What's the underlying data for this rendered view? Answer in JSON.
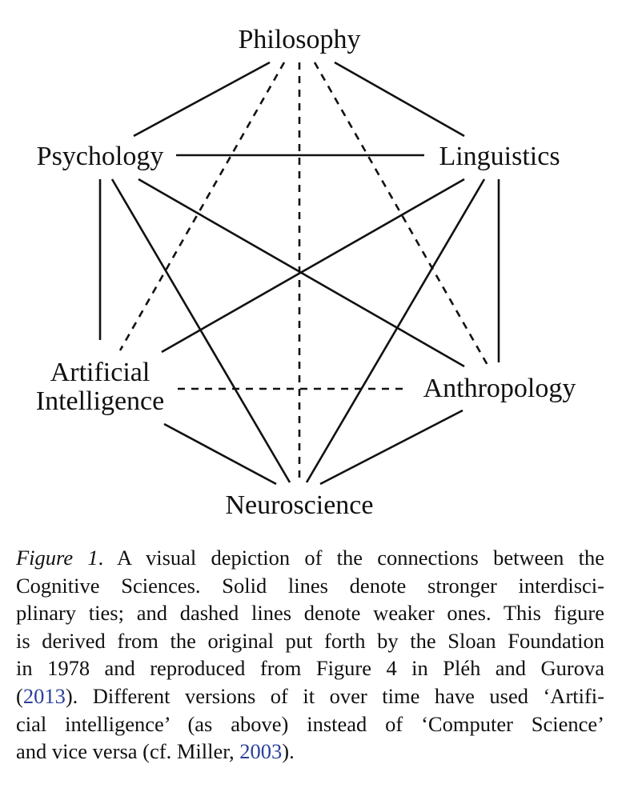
{
  "diagram": {
    "nodes": {
      "philosophy": "Philosophy",
      "psychology": "Psychology",
      "linguistics": "Linguistics",
      "ai_line1": "Artificial",
      "ai_line2": "Intelligence",
      "anthropology": "Anthropology",
      "neuroscience": "Neuroscience"
    },
    "edges": [
      {
        "from": "Philosophy",
        "to": "Psychology",
        "style": "solid"
      },
      {
        "from": "Philosophy",
        "to": "Linguistics",
        "style": "solid"
      },
      {
        "from": "Philosophy",
        "to": "Artificial Intelligence",
        "style": "dashed"
      },
      {
        "from": "Philosophy",
        "to": "Neuroscience",
        "style": "dashed"
      },
      {
        "from": "Philosophy",
        "to": "Anthropology",
        "style": "dashed"
      },
      {
        "from": "Psychology",
        "to": "Linguistics",
        "style": "solid"
      },
      {
        "from": "Psychology",
        "to": "Artificial Intelligence",
        "style": "solid"
      },
      {
        "from": "Psychology",
        "to": "Neuroscience",
        "style": "solid"
      },
      {
        "from": "Psychology",
        "to": "Anthropology",
        "style": "solid"
      },
      {
        "from": "Linguistics",
        "to": "Artificial Intelligence",
        "style": "solid"
      },
      {
        "from": "Linguistics",
        "to": "Neuroscience",
        "style": "solid"
      },
      {
        "from": "Linguistics",
        "to": "Anthropology",
        "style": "solid"
      },
      {
        "from": "Artificial Intelligence",
        "to": "Anthropology",
        "style": "dashed"
      },
      {
        "from": "Artificial Intelligence",
        "to": "Neuroscience",
        "style": "solid"
      },
      {
        "from": "Anthropology",
        "to": "Neuroscience",
        "style": "solid"
      }
    ]
  },
  "caption": {
    "label": "Figure 1",
    "line1": ". A visual depiction of the connections between the",
    "line2": "Cognitive Sciences. Solid lines denote stronger interdisci-",
    "line3": "plinary ties; and dashed lines denote weaker ones. This figure",
    "line4": "is derived from the original put forth by the Sloan Foundation",
    "line5": "in 1978 and reproduced from Figure 4 in Pléh and Gurova",
    "line6_open": "(",
    "cite1": "2013",
    "line6_rest": "). Different versions of it over time have used ‘Artifi-",
    "line7": "cial intelligence’ (as above) instead of ‘Computer Science’",
    "line8_start": "and vice versa (cf. Miller, ",
    "cite2": "2003",
    "line8_end": ").",
    "link_color": "#2a3f9a"
  }
}
